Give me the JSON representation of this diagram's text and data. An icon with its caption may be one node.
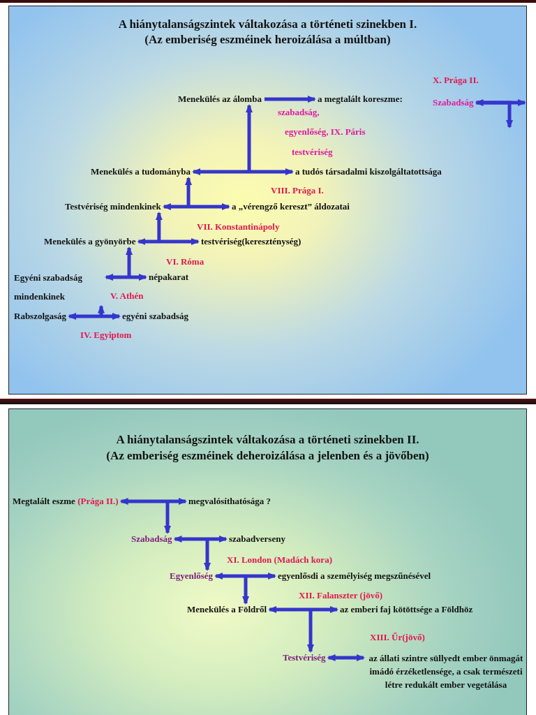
{
  "diagram": {
    "nodes": [
      {
        "text": [
          "A hiánytalanságszintek váltakozása a történeti szinekben I.",
          "(Az emberiség eszméinek heroizálása a múltban)"
        ]
      },
      {
        "text": [
          "Menekülés az álomba"
        ],
        "in": 0
      },
      {
        "text": [
          "a megtalált koreszme:"
        ],
        "in": 0
      },
      {
        "text": [
          "Szabadság"
        ],
        "in": 0
      },
      {
        "text": [
          "Menekülés a tudományba"
        ],
        "in": 0
      },
      {
        "text": [
          "a tudós társadalmi kiszolgáltatottsága"
        ],
        "in": 0
      },
      {
        "text": [
          "Testvériség mindenkinek"
        ],
        "in": 0
      },
      {
        "text": [
          "a „vérengző kereszt” áldozatai"
        ],
        "in": 0
      },
      {
        "text": [
          "Menekülés a gyönyörbe"
        ],
        "in": 0
      },
      {
        "text": [
          "testvériség(kereszténység)"
        ],
        "in": 0
      },
      {
        "text": [
          "Egyéni szabadság mindenkinek"
        ],
        "in": 0
      },
      {
        "text": [
          "népakarat"
        ],
        "in": 0
      },
      {
        "text": [
          "Rabszolgaság"
        ],
        "in": 0
      },
      {
        "text": [
          "egyéni szabadság"
        ],
        "in": 0
      },
      {
        "text": [
          "A hiánytalanságszintek váltakozása a történeti szinekben II.",
          "(Az emberiség eszméinek deheroizálása a jelenben és a jövőben)"
        ]
      },
      {
        "text": [
          "Megtalált eszme",
          "(Prága II.)"
        ],
        "in": 14
      },
      {
        "text": [
          "megvalósíthatósága ?"
        ],
        "in": 14
      },
      {
        "text": [
          "Szabadság"
        ],
        "in": 14
      },
      {
        "text": [
          "szabadverseny"
        ],
        "in": 14
      },
      {
        "text": [
          "Egyenlőség"
        ],
        "in": 14
      },
      {
        "text": [
          "egyenlősdi a személyiség megszűnésével"
        ],
        "in": 14
      },
      {
        "text": [
          "Menekülés a Földről"
        ],
        "in": 14
      },
      {
        "text": [
          "az emberi faj kötöttsége a Földhöz"
        ],
        "in": 14
      },
      {
        "text": [
          "Testvériség"
        ],
        "in": 14
      },
      {
        "text": [
          "az állati szintre süllyedt ember önmagát imádó érzéketlensége, a csak természeti létre redukált ember vegetálása"
        ],
        "in": 14
      }
    ],
    "edges": [
      {
        "from": 1,
        "to": 2,
        "arrow": "to"
      },
      {
        "from": 3,
        "to": null,
        "arrow": "both"
      },
      {
        "from": 4,
        "to": 5,
        "arrow": "both"
      },
      {
        "from": null,
        "to": 1,
        "arrow": "to"
      },
      {
        "from": 6,
        "to": 7,
        "arrow": "both"
      },
      {
        "from": null,
        "to": 4,
        "arrow": "to"
      },
      {
        "from": 8,
        "to": 9,
        "arrow": "both"
      },
      {
        "from": null,
        "to": 6,
        "arrow": "to"
      },
      {
        "from": 10,
        "to": 11,
        "arrow": "both"
      },
      {
        "from": null,
        "to": 8,
        "arrow": "to"
      },
      {
        "from": 12,
        "to": 13,
        "arrow": "both"
      },
      {
        "from": null,
        "to": 10,
        "arrow": "to"
      },
      {
        "from": 15,
        "to": 16,
        "arrow": "both"
      },
      {
        "from": null,
        "to": 17,
        "arrow": "to"
      },
      {
        "from": 17,
        "to": 18,
        "arrow": "both"
      },
      {
        "from": null,
        "to": 19,
        "arrow": "to"
      },
      {
        "from": 19,
        "to": 20,
        "arrow": "both"
      },
      {
        "from": null,
        "to": 21,
        "arrow": "to"
      },
      {
        "from": 21,
        "to": 22,
        "arrow": "both"
      },
      {
        "from": null,
        "to": 23,
        "arrow": "to"
      },
      {
        "from": 23,
        "to": 24,
        "arrow": "both"
      },
      {
        "from": 3,
        "to": null,
        "arrow": "to"
      }
    ],
    "labels": [
      "X. Prága II.",
      "szabadság,",
      "egyenlőség, IX. Páris",
      "testvériség",
      "VIII. Prága I.",
      "VII. Konstantinápoly",
      "VI. Róma",
      "V. Athén",
      "IV. Egyiptom",
      "XI. London (Madách kora)",
      "XII. Falanszter (jövő)",
      "XIII. Űr(jövő)"
    ]
  }
}
